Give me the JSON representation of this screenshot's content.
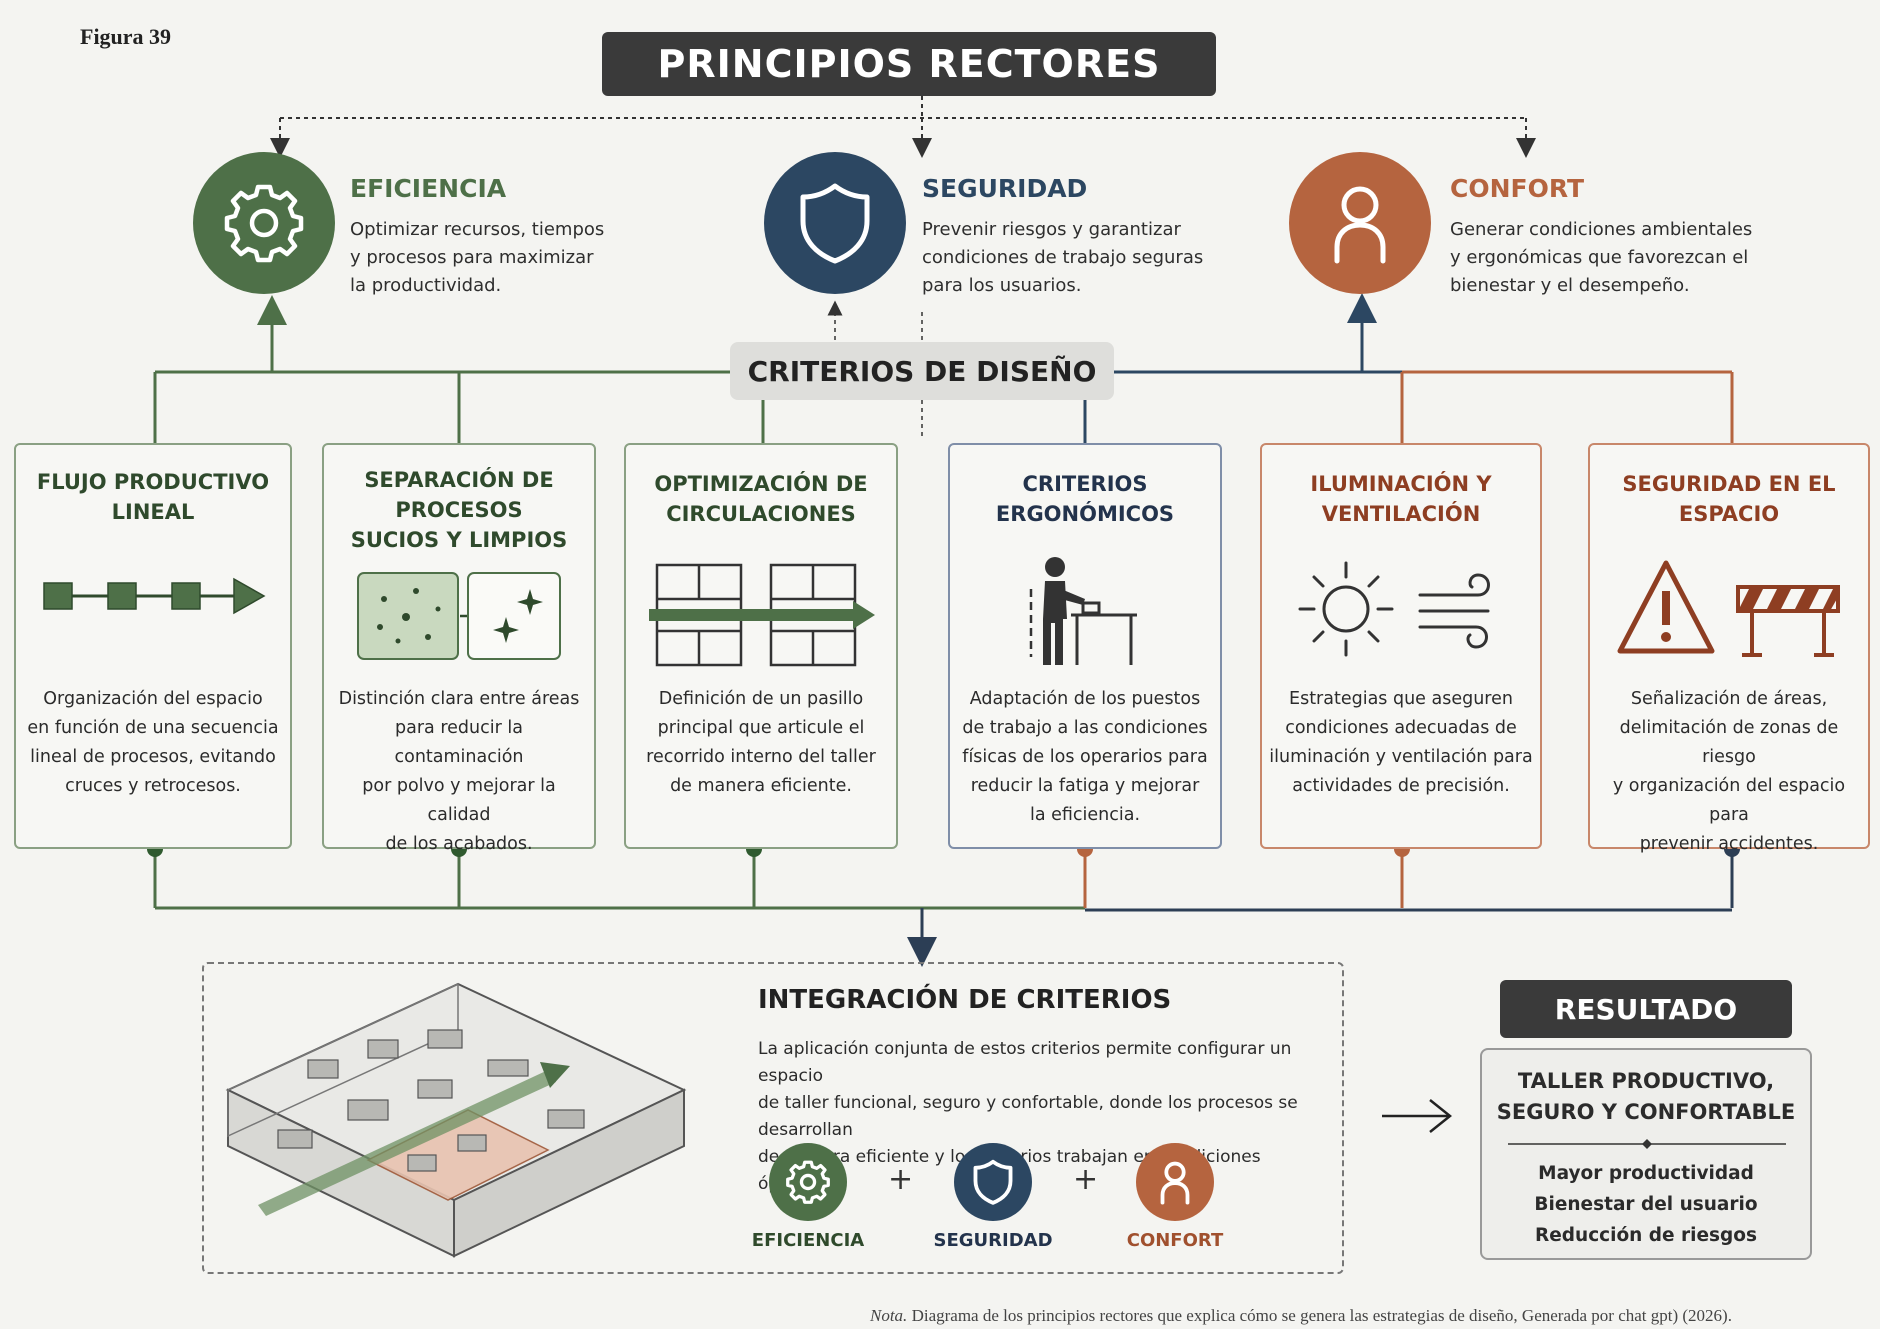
{
  "figure_label": "Figura 39",
  "main_title": "PRINCIPIOS RECTORES",
  "colors": {
    "green": "#4e7048",
    "blue": "#2c4762",
    "orange": "#b5643f",
    "dark": "#3a3a3a"
  },
  "principles": [
    {
      "title": "EFICIENCIA",
      "description": [
        "Optimizar recursos, tiempos",
        "y procesos para maximizar",
        "la productividad."
      ],
      "icon": "gear-icon",
      "color": "#4e7048"
    },
    {
      "title": "SEGURIDAD",
      "description": [
        "Prevenir riesgos y garantizar",
        "condiciones de trabajo seguras",
        "para los usuarios."
      ],
      "icon": "shield-icon",
      "color": "#2c4762"
    },
    {
      "title": "CONFORT",
      "description": [
        "Generar condiciones ambientales",
        "y ergonómicas que favorezcan el",
        "bienestar y el desempeño."
      ],
      "icon": "person-icon",
      "color": "#b5643f"
    }
  ],
  "criteria_title": "CRITERIOS DE DISEÑO",
  "criteria": [
    {
      "title": [
        "FLUJO PRODUCTIVO",
        "LINEAL"
      ],
      "description": [
        "Organización del espacio",
        "en función de una secuencia",
        "lineal de procesos, evitando",
        "cruces y retrocesos."
      ],
      "icon": "linear-flow-icon",
      "color": "#4e7048"
    },
    {
      "title": [
        "SEPARACIÓN DE",
        "PROCESOS",
        "SUCIOS Y LIMPIOS"
      ],
      "description": [
        "Distinción clara entre áreas",
        "para reducir la contaminación",
        "por polvo y mejorar la calidad",
        "de los acabados."
      ],
      "icon": "dirty-clean-separation-icon",
      "color": "#4e7048"
    },
    {
      "title": [
        "OPTIMIZACIÓN DE",
        "CIRCULACIONES"
      ],
      "description": [
        "Definición de un pasillo",
        "principal que articule el",
        "recorrido interno del taller",
        "de manera eficiente."
      ],
      "icon": "circulation-plan-icon",
      "color": "#4e7048"
    },
    {
      "title": [
        "CRITERIOS",
        "ERGONÓMICOS"
      ],
      "description": [
        "Adaptación de los puestos",
        "de trabajo a las condiciones",
        "físicas de los operarios para",
        "reducir la fatiga y mejorar",
        "la eficiencia."
      ],
      "icon": "ergonomic-worker-icon",
      "color": "#2c4762"
    },
    {
      "title": [
        "ILUMINACIÓN Y",
        "VENTILACIÓN"
      ],
      "description": [
        "Estrategias que aseguren",
        "condiciones adecuadas de",
        "iluminación y ventilación para",
        "actividades de precisión."
      ],
      "icon": "sun-wind-icon",
      "color": "#b5643f"
    },
    {
      "title": [
        "SEGURIDAD EN EL",
        "ESPACIO"
      ],
      "description": [
        "Señalización de áreas,",
        "delimitación de zonas de riesgo",
        "y organización del espacio para",
        "prevenir accidentes."
      ],
      "icon": "warning-barrier-icon",
      "color": "#b5643f"
    }
  ],
  "integration": {
    "title": "INTEGRACIÓN DE CRITERIOS",
    "text": [
      "La aplicación conjunta de estos criterios permite configurar un espacio",
      "de taller funcional, seguro y confortable, donde los procesos se desarrollan",
      "de manera eficiente y los usuarios trabajan en condiciones óptimas."
    ],
    "formula": [
      "EFICIENCIA",
      "SEGURIDAD",
      "CONFORT"
    ],
    "plus": "+"
  },
  "result": {
    "title": "RESULTADO",
    "headline": [
      "TALLER PRODUCTIVO,",
      "SEGURO Y CONFORTABLE"
    ],
    "items": [
      "Mayor productividad",
      "Bienestar del usuario",
      "Reducción de riesgos"
    ]
  },
  "note": {
    "label": "Nota.",
    "text": "Diagrama de los principios rectores que explica cómo se genera las estrategias de diseño, Generada por chat gpt) (2026)."
  }
}
